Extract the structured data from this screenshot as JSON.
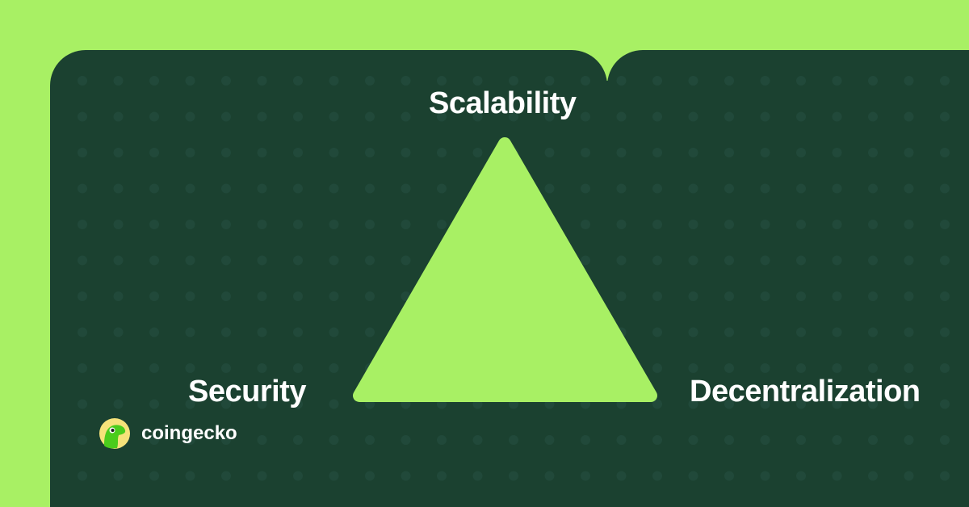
{
  "diagram": {
    "title": "Blockchain trilemma",
    "vertices": {
      "top": "Scalability",
      "left": "Security",
      "right": "Decentralization"
    }
  },
  "brand": {
    "name": "coingecko"
  },
  "colors": {
    "background": "#a8f064",
    "panel": "#1b4130",
    "dot": "#21493a",
    "triangle": "#a8f064",
    "text": "#ffffff"
  }
}
